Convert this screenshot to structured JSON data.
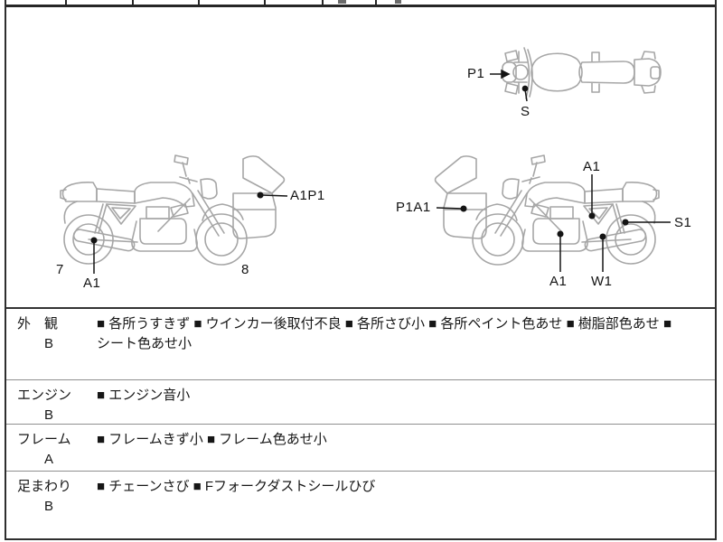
{
  "diagram_labels": {
    "top_view": {
      "p1": "P1",
      "s": "S"
    },
    "right_facing_view": {
      "n7": "7",
      "a1": "A1",
      "n8": "8",
      "a1p1": "A1P1"
    },
    "left_facing_view": {
      "p1a1": "P1A1",
      "a1_top": "A1",
      "s1": "S1",
      "a1_engine": "A1",
      "w1": "W1"
    }
  },
  "inspection": {
    "rows": [
      {
        "category": "外　観",
        "grade": "B",
        "line1": "■ 各所うすきず ■ ウインカー後取付不良 ■ 各所さび小 ■ 各所ペイント色あせ ■ 樹脂部色あせ ■",
        "line2": "シート色あせ小"
      },
      {
        "category": "エンジン",
        "grade": "B",
        "line1": "■ エンジン音小",
        "line2": ""
      },
      {
        "category": "フレーム",
        "grade": "A",
        "line1": "■ フレームきず小 ■ フレーム色あせ小",
        "line2": ""
      },
      {
        "category": "足まわり",
        "grade": "B",
        "line1": "■ チェーンさび ■ Fフォークダストシールひび",
        "line2": ""
      }
    ]
  },
  "colors": {
    "line_art": "#a6a6a6",
    "ink": "#141414",
    "border": "#2e2e2e"
  }
}
